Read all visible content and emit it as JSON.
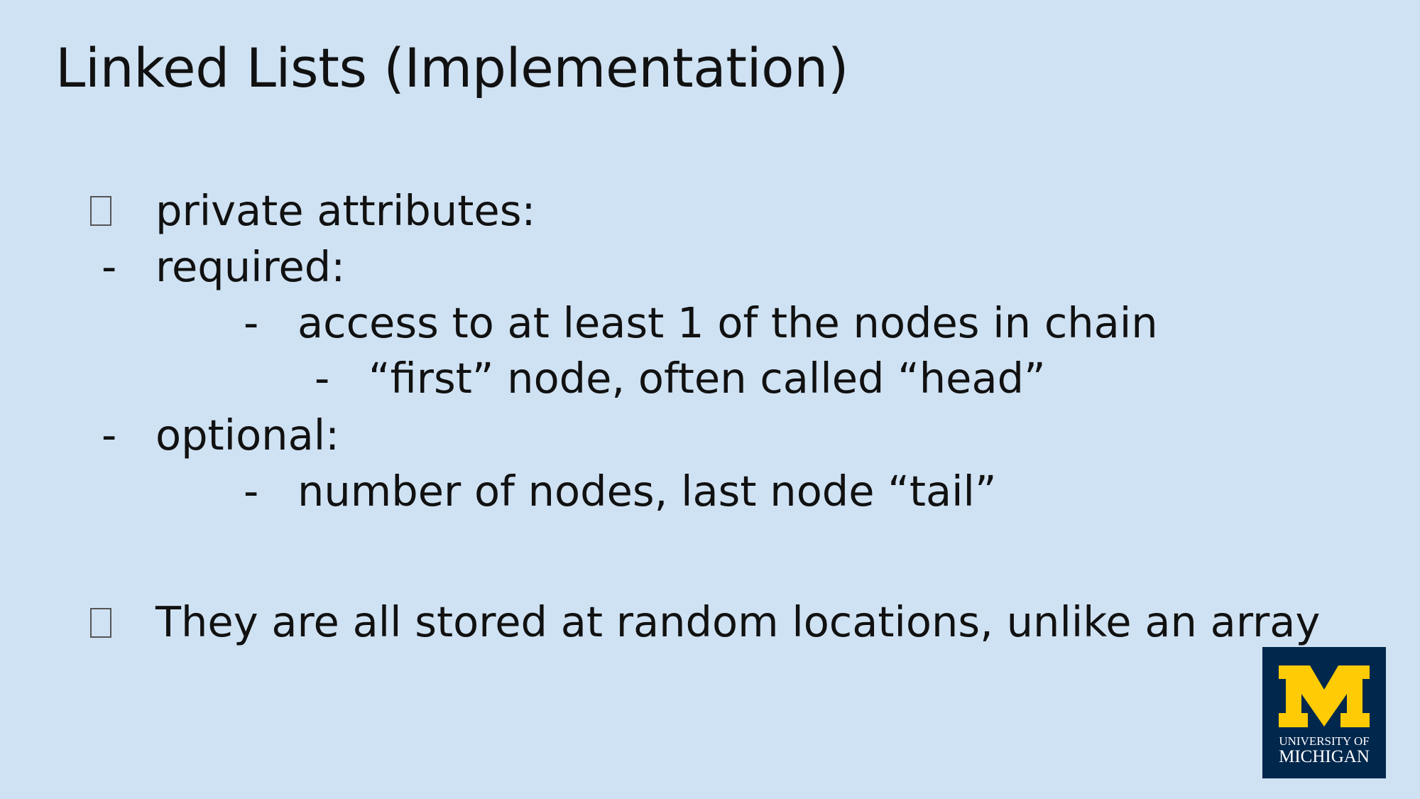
{
  "slide": {
    "title": "Linked Lists (Implementation)",
    "bullets": [
      {
        "marker": "box",
        "text": "private attributes:"
      },
      {
        "marker": "-",
        "text": "required:"
      },
      {
        "marker": "-",
        "text": "access to at least 1 of the nodes in chain"
      },
      {
        "marker": "-",
        "text": "“first” node, often called “head”"
      },
      {
        "marker": "-",
        "text": "optional:"
      },
      {
        "marker": "-",
        "text": "number of nodes, last node “tail”"
      },
      {
        "marker": "box",
        "text": "They are all stored at random locations, unlike an array"
      }
    ],
    "dash_glyph": "-"
  },
  "logo": {
    "line1": "UNIVERSITY OF",
    "line2": "MICHIGAN",
    "colors": {
      "background": "#00274c",
      "maize": "#ffcb05"
    }
  },
  "colors": {
    "slide_background": "#cfe2f3",
    "text": "#111111"
  }
}
